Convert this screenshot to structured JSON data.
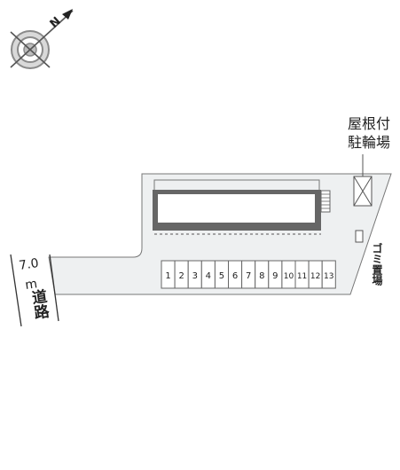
{
  "compass": {
    "north_label": "N",
    "icon": "compass-icon"
  },
  "road": {
    "width_label": "7.0",
    "unit_label": "m",
    "name_label": "道路"
  },
  "bike_shed": {
    "line1": "屋根付",
    "line2": "駐輪場"
  },
  "garbage_label": "ゴミ置場",
  "parking_spaces": [
    "1",
    "2",
    "3",
    "4",
    "5",
    "6",
    "7",
    "8",
    "9",
    "10",
    "11",
    "12",
    "13"
  ],
  "colors": {
    "lot_fill": "#eef0f1",
    "building_fill": "#666666",
    "line": "#555555"
  }
}
